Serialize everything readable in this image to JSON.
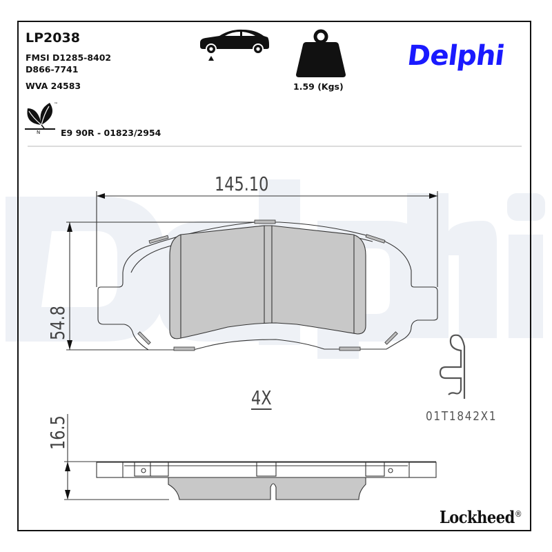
{
  "product": {
    "part_number": "LP2038",
    "fmsi": "FMSI D1285-8402",
    "d_code": "D866-7741",
    "wva": "WVA 24583",
    "approval": "E9 90R - 01823/2954",
    "weight": "1.59 (Kgs)"
  },
  "branding": {
    "brand": "Delphi",
    "brand_color": "#1a1aff",
    "watermark": "Delphi",
    "watermark_color": "#eef1f6",
    "sub_brand": "Lockheed",
    "sub_brand_mark": "®"
  },
  "icons": {
    "car": "car-front-axle-icon",
    "weight": "weight-icon",
    "eco": "eco-leaf-icon",
    "eco_letter": "N",
    "eco_tm": "™"
  },
  "drawing": {
    "width_dim": "145.10",
    "height_dim": "54.8",
    "thickness_dim": "16.5",
    "quantity": "4X",
    "accessory_code": "01T1842X1",
    "pad_fill": "#c8c8c8",
    "line_color": "#333333"
  }
}
